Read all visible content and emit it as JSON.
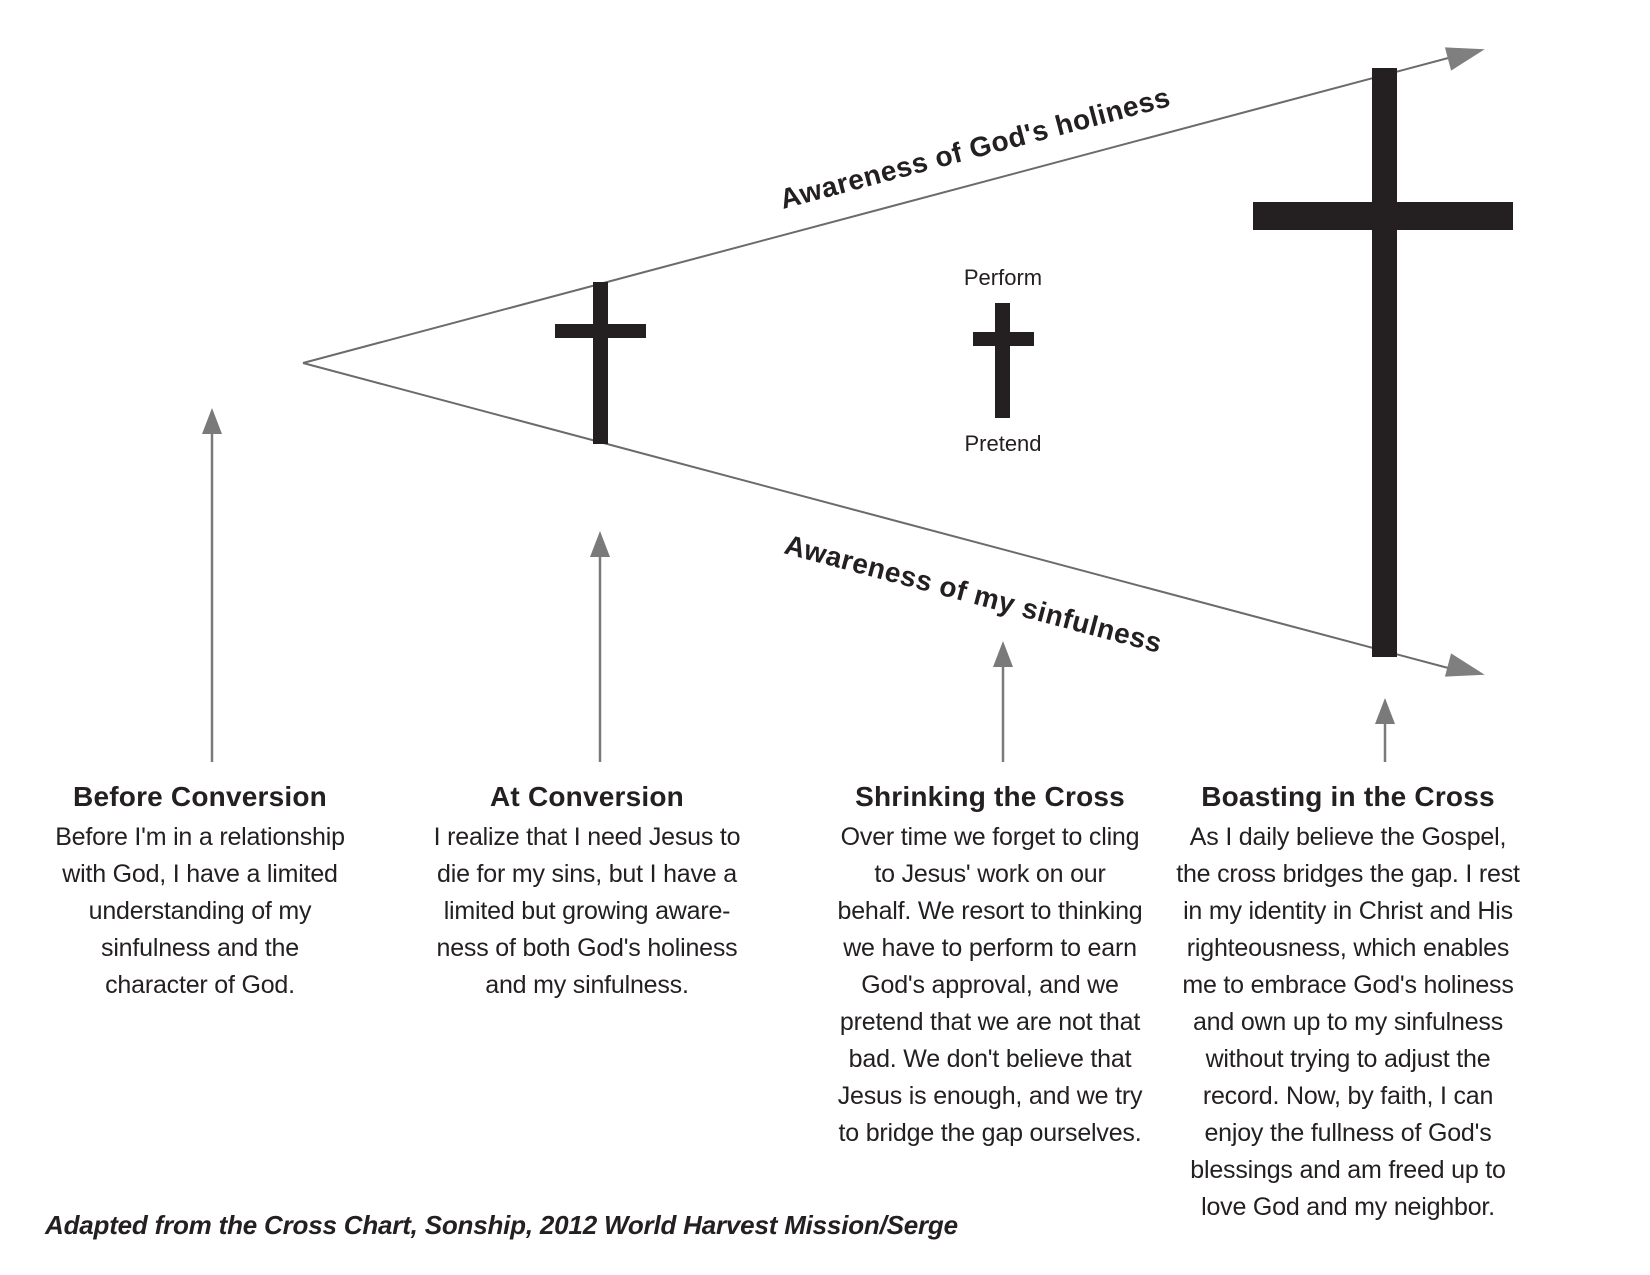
{
  "diagram": {
    "top_axis_label": "Awareness of God's holiness",
    "bottom_axis_label": "Awareness of my sinfulness",
    "perform_label": "Perform",
    "pretend_label": "Pretend"
  },
  "columns": [
    {
      "heading": "Before Conversion",
      "body": "Before I'm in a relationship\nwith God, I have a limited\nunderstanding of my\nsinfulness and the\ncharacter of God."
    },
    {
      "heading": "At Conversion",
      "body": "I realize that I need Jesus to\ndie for my sins, but I have a\nlimited but growing aware-\nness of both God's holiness\nand my sinfulness."
    },
    {
      "heading": "Shrinking the Cross",
      "body": "Over time we forget to cling\nto Jesus' work on our\nbehalf. We resort to thinking\nwe have to perform to earn\nGod's approval, and we\npretend that we are not that\nbad. We don't believe that\nJesus is enough, and we try\nto bridge the gap ourselves."
    },
    {
      "heading": "Boasting in the Cross",
      "body": "As I daily believe the Gospel,\nthe cross bridges the gap. I rest\nin my identity in Christ and His\nrighteousness, which enables\nme to embrace God's holiness\nand own up to my sinfulness\nwithout trying to adjust the\nrecord. Now, by faith, I can\nenjoy the fullness of God's\nblessings and am freed up to\nlove God and my neighbor."
    }
  ],
  "footer": {
    "attribution": "Adapted from the Cross Chart, Sonship, 2012 World Harvest Mission/Serge"
  },
  "colors": {
    "ink": "#242021",
    "diagonal_line_gray": "#6b6b6b",
    "arrowhead_gray": "#7f7f7f",
    "pointer_arrow_gray": "#7a7a7a"
  }
}
